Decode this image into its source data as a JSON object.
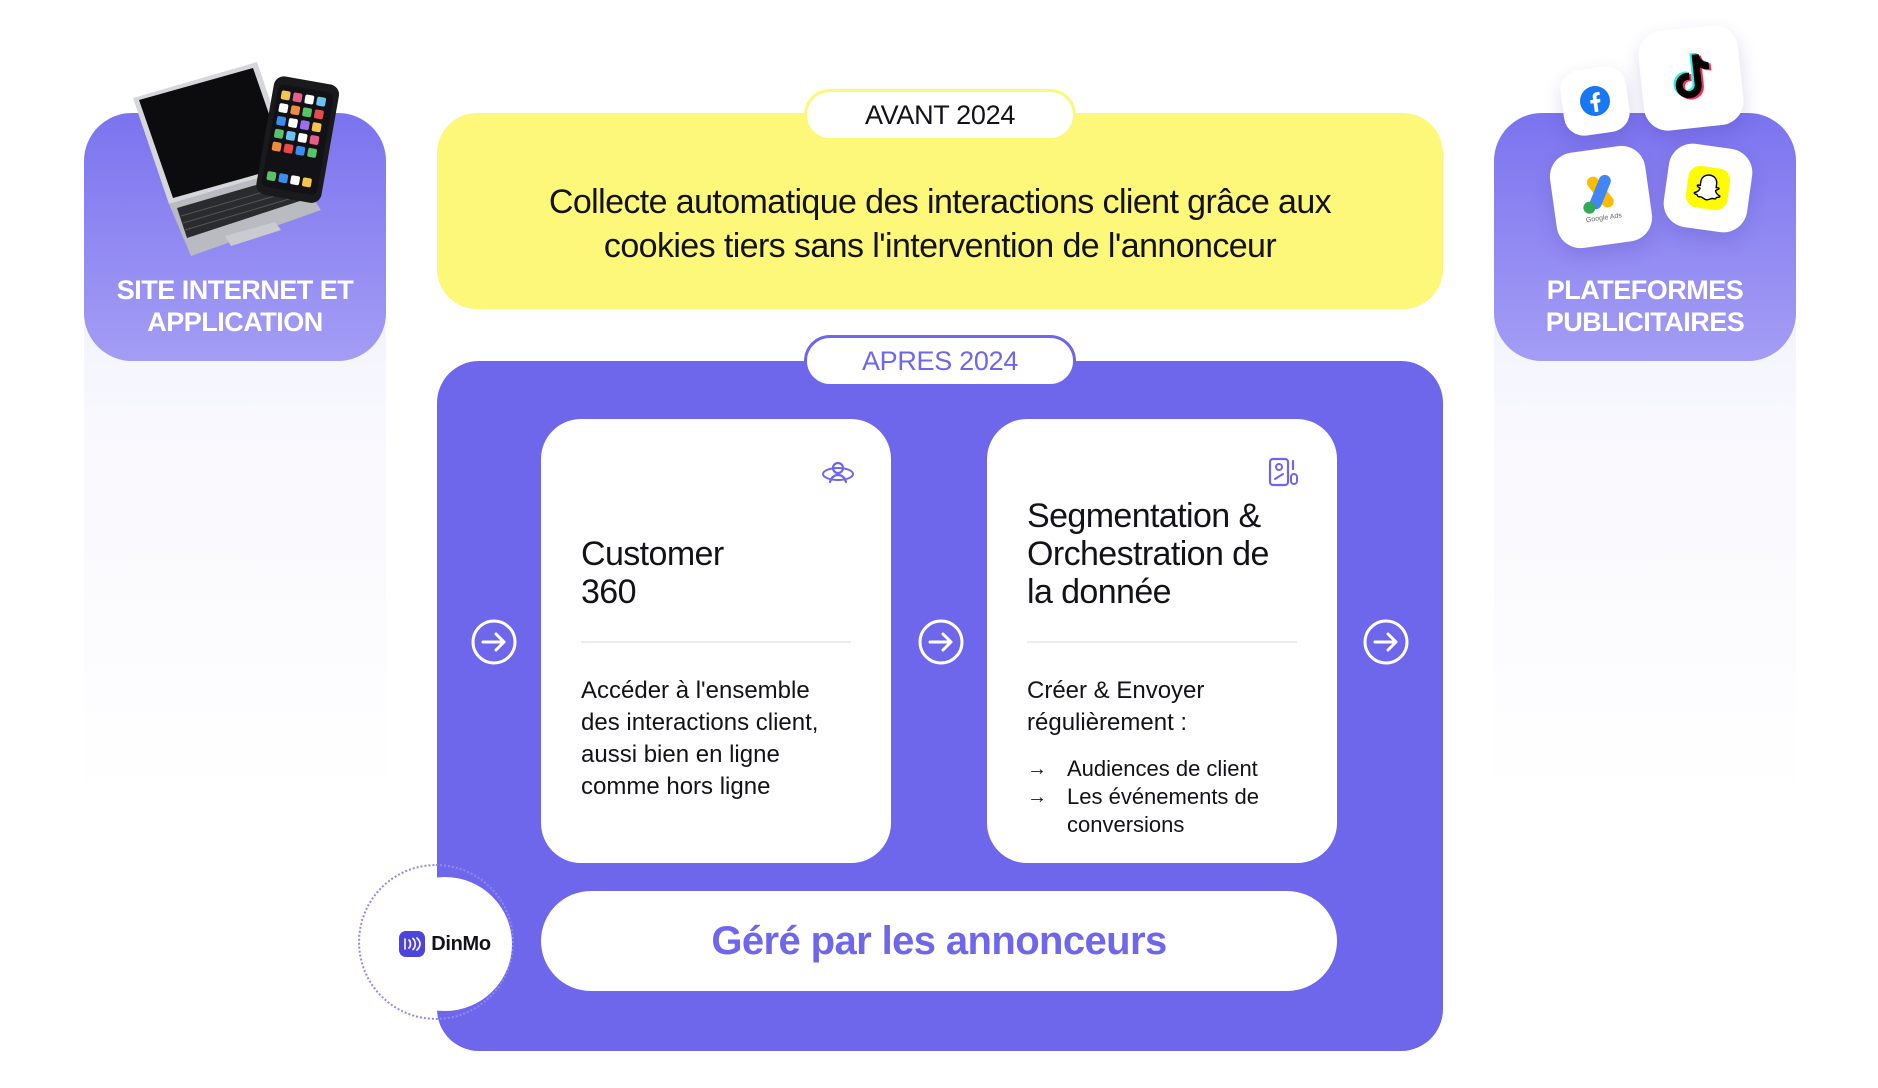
{
  "left_panel": {
    "title_line1": "SITE INTERNET ET",
    "title_line2": "APPLICATION"
  },
  "right_panel": {
    "title_line1": "PLATEFORMES",
    "title_line2": "PUBLICITAIRES",
    "platforms": [
      "facebook-icon",
      "tiktok-icon",
      "google-ads-icon",
      "snapchat-icon"
    ],
    "google_ads_caption": "Google Ads"
  },
  "avant": {
    "label": "AVANT 2024",
    "text_line1": "Collecte automatique des interactions client grâce aux",
    "text_line2": "cookies tiers sans l'intervention de l'annonceur"
  },
  "apres": {
    "label": "APRES 2024",
    "card1": {
      "title_line1": "Customer",
      "title_line2": "360",
      "desc_line1": "Accéder à l'ensemble",
      "desc_line2": "des interactions client,",
      "desc_line3": "aussi bien en ligne",
      "desc_line4": "comme hors ligne"
    },
    "card2": {
      "title_line1": "Segmentation &",
      "title_line2": "Orchestration de",
      "title_line3": "la donnée",
      "desc_line1": "Créer & Envoyer",
      "desc_line2": "régulièrement :",
      "bullet1": "Audiences de client",
      "bullet2_line1": "Les événements de",
      "bullet2_line2": "conversions",
      "bullet_glyph": "→"
    },
    "footer_label": "Géré par les annonceurs"
  },
  "dinmo": {
    "name": "DinMo"
  },
  "colors": {
    "purple": "#6e67ec",
    "yellow": "#fdf77a",
    "text": "#121218"
  }
}
